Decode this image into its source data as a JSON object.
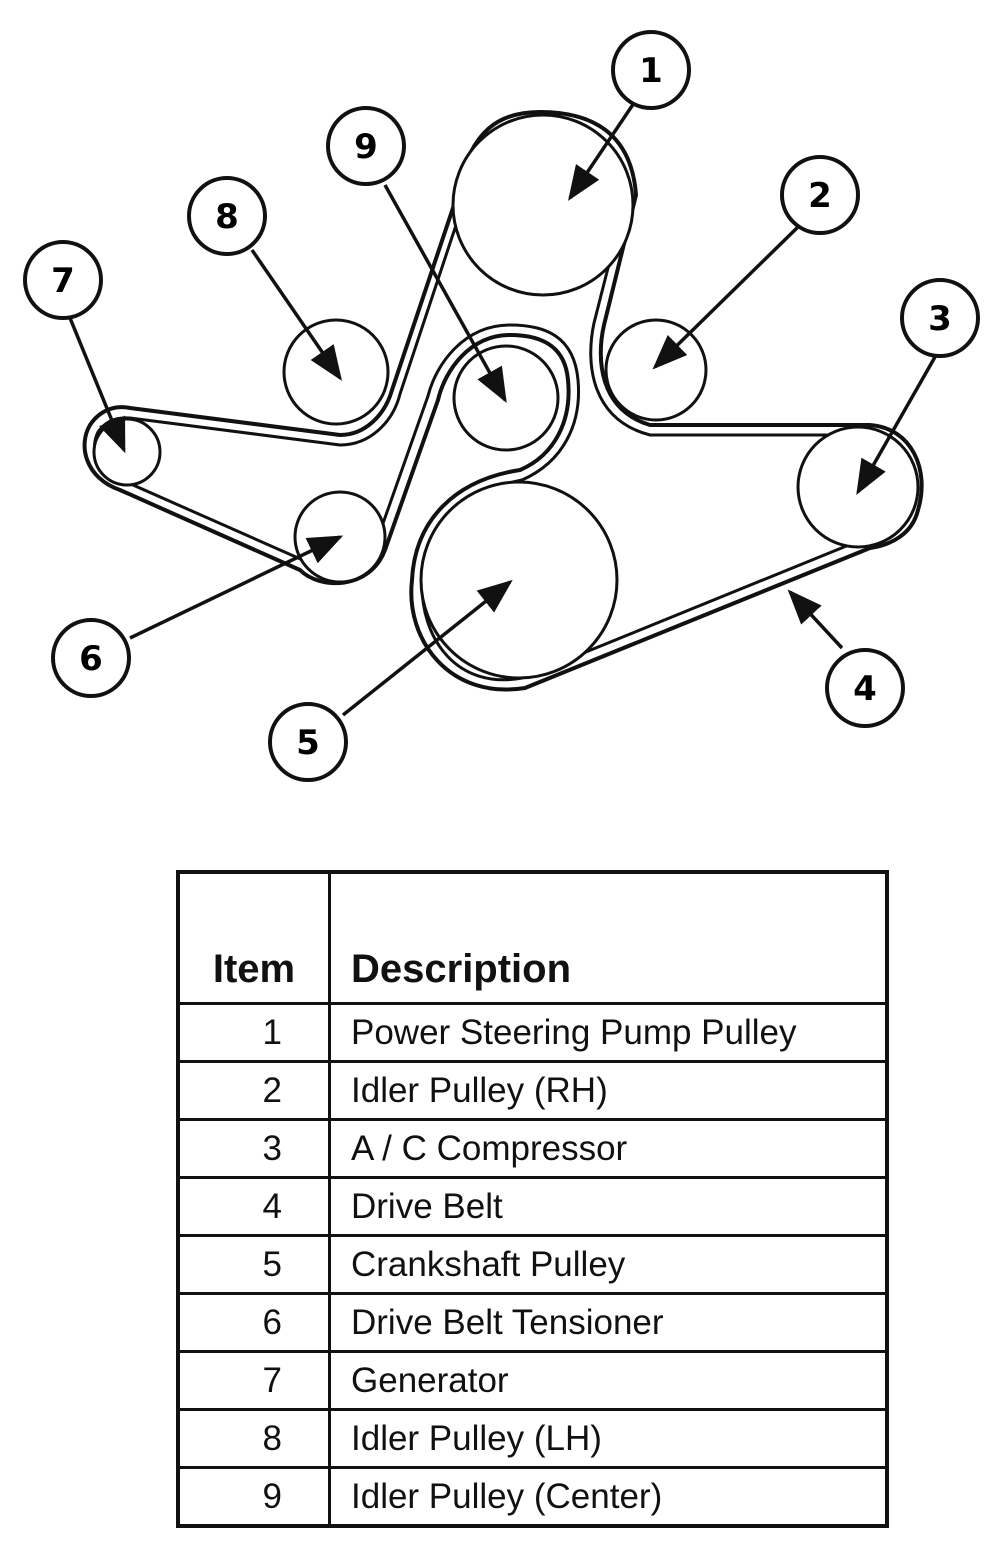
{
  "diagram": {
    "callouts": [
      "1",
      "2",
      "3",
      "4",
      "5",
      "6",
      "7",
      "8",
      "9"
    ],
    "colors": {
      "ink": "#111111",
      "paper": "#ffffff"
    }
  },
  "table": {
    "headers": {
      "item": "Item",
      "description": "Description"
    },
    "rows": [
      {
        "item": "1",
        "description": "Power Steering Pump Pulley"
      },
      {
        "item": "2",
        "description": "Idler Pulley (RH)"
      },
      {
        "item": "3",
        "description": "A / C Compressor"
      },
      {
        "item": "4",
        "description": "Drive Belt"
      },
      {
        "item": "5",
        "description": "Crankshaft Pulley"
      },
      {
        "item": "6",
        "description": "Drive Belt Tensioner"
      },
      {
        "item": "7",
        "description": "Generator"
      },
      {
        "item": "8",
        "description": "Idler Pulley (LH)"
      },
      {
        "item": "9",
        "description": "Idler Pulley (Center)"
      }
    ]
  }
}
